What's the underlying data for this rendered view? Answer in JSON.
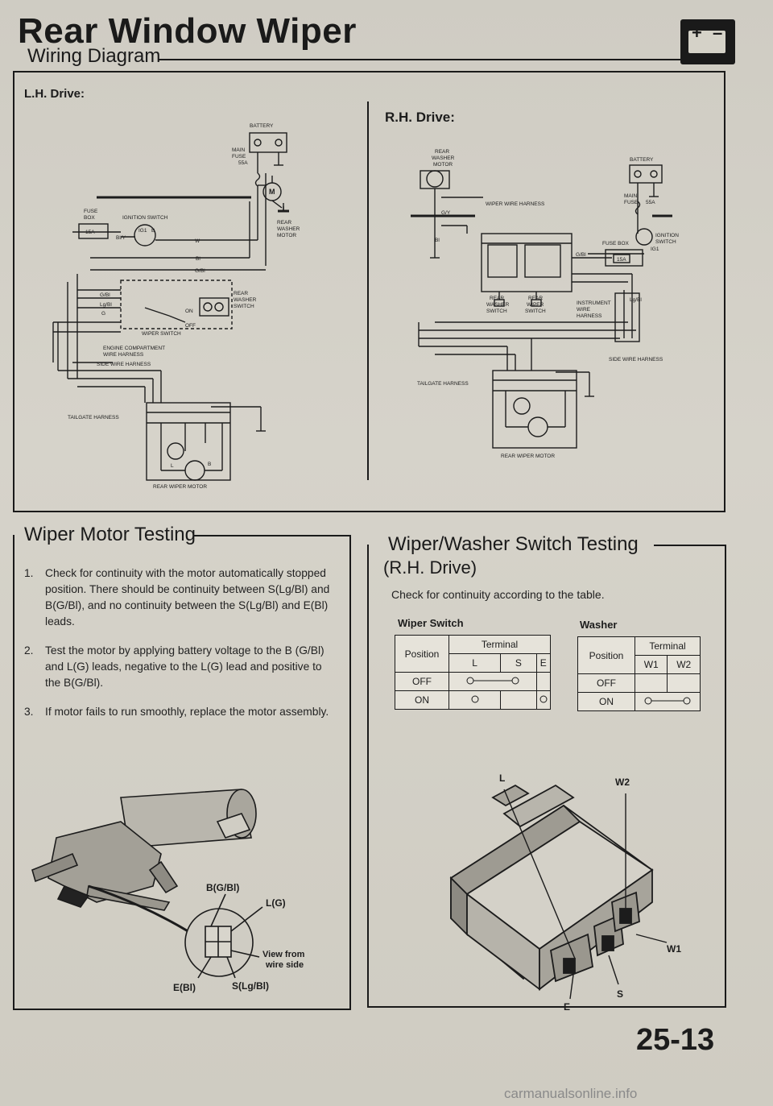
{
  "header": {
    "title": "Rear Window Wiper",
    "subtitle": "Wiring Diagram",
    "battery_plus": "+",
    "battery_minus": "–"
  },
  "diagram": {
    "lh_label": "L.H. Drive:",
    "rh_label": "R.H. Drive:",
    "lh": {
      "battery": "BATTERY",
      "main_fuse": "MAIN",
      "main_fuse2": "FUSE",
      "main_fuse_rating": "55A",
      "fuse_box": "FUSE",
      "fuse_box2": "BOX",
      "fuse_rating": "15A",
      "ignition_switch": "IGNITION SWITCH",
      "ig1": "IG1",
      "b": "B",
      "w": "W",
      "bl_y": "Bl/Y",
      "bl": "Bl",
      "g_bl": "G/Bl",
      "motor": "M",
      "rear_washer_motor": "REAR",
      "rear_washer_motor2": "WASHER",
      "rear_washer_motor3": "MOTOR",
      "rear_washer_switch": "REAR",
      "rear_washer_switch2": "WASHER",
      "rear_washer_switch3": "SWITCH",
      "g_bl_2": "G/Bl",
      "lg_bl": "Lg/Bl",
      "g": "G",
      "on": "ON",
      "off": "OFF",
      "wiper_switch": "WIPER SWITCH",
      "engine_harness": "ENGINE COMPARTMENT",
      "engine_harness2": "WIRE HARNESS",
      "side_harness": "SIDE WIRE HARNESS",
      "tailgate_harness": "TAILGATE HARNESS",
      "rear_wiper_motor": "REAR WIPER MOTOR",
      "l": "L",
      "b2": "B"
    },
    "rh": {
      "rear_washer_motor": "REAR",
      "rear_washer_motor2": "WASHER",
      "rear_washer_motor3": "MOTOR",
      "battery": "BATTERY",
      "wiper_harness": "WIPER WIRE HARNESS",
      "main_fuse": "MAIN",
      "main_fuse2": "FUSE",
      "main_fuse_rating": "55A",
      "g_y": "G/Y",
      "bl": "Bl",
      "fuse_box": "FUSE BOX",
      "ignition_switch": "IGNITION",
      "ignition_switch2": "SWITCH",
      "ig1": "IG1",
      "fuse_rating": "15A",
      "g_bl": "G/Bl",
      "rear_washer_switch": "REAR",
      "rear_washer_switch2": "WASHER",
      "rear_washer_switch3": "SWITCH",
      "rear_wiper_switch": "REAR",
      "rear_wiper_switch2": "WIPER",
      "rear_wiper_switch3": "SWITCH",
      "instrument_harness": "INSTRUMENT",
      "instrument_harness2": "WIRE",
      "instrument_harness3": "HARNESS",
      "lg_bl": "Lg/Bl",
      "side_harness": "SIDE WIRE HARNESS",
      "tailgate_harness": "TAILGATE HARNESS",
      "rear_wiper_motor": "REAR WIPER MOTOR"
    }
  },
  "wiper_motor_testing": {
    "title": "Wiper Motor Testing",
    "steps": [
      {
        "num": "1.",
        "text": "Check for continuity with the motor automatically stopped position. There should be continuity between S(Lg/Bl) and B(G/Bl), and no continuity between the S(Lg/Bl) and E(Bl) leads."
      },
      {
        "num": "2.",
        "text": "Test the motor by applying battery voltage to the B (G/Bl) and L(G) leads, negative to the L(G) lead and positive to the B(G/Bl)."
      },
      {
        "num": "3.",
        "text": "If motor fails to run smoothly, replace the motor assembly."
      }
    ],
    "connector_labels": {
      "b": "B(G/Bl)",
      "l": "L(G)",
      "e": "E(Bl)",
      "s": "S(Lg/Bl)",
      "view": "View from",
      "view2": "wire side"
    }
  },
  "switch_testing": {
    "title": "Wiper/Washer Switch Testing",
    "subtitle": "(R.H. Drive)",
    "intro": "Check for continuity according to the table.",
    "wiper_switch_title": "Wiper Switch",
    "washer_title": "Washer",
    "wiper_table": {
      "position": "Position",
      "terminal": "Terminal",
      "cols": [
        "L",
        "S",
        "E"
      ],
      "rows": [
        {
          "label": "OFF"
        },
        {
          "label": "ON"
        }
      ]
    },
    "washer_table": {
      "position": "Position",
      "terminal": "Terminal",
      "cols": [
        "W1",
        "W2"
      ],
      "rows": [
        {
          "label": "OFF"
        },
        {
          "label": "ON"
        }
      ]
    },
    "callouts": {
      "l": "L",
      "w2": "W2",
      "w1": "W1",
      "e": "E",
      "s": "S"
    }
  },
  "footer": {
    "page_number": "25-13",
    "watermark": "carmanualsonline.info"
  }
}
